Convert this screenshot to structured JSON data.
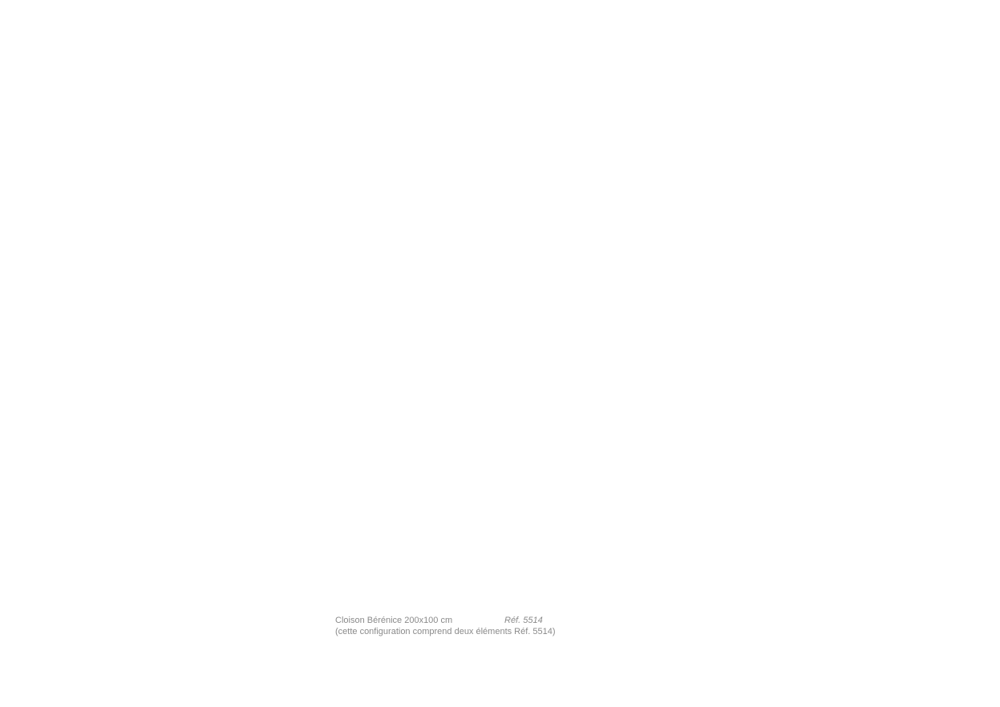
{
  "caption": {
    "product_name": "Cloison Bérénice 200x100 cm",
    "reference": "Réf. 5514",
    "configuration_note": "(cette configuration comprend deux éléments Réf. 5514)"
  },
  "colors": {
    "background": "#ffffff",
    "text": "#8a8a8a"
  }
}
